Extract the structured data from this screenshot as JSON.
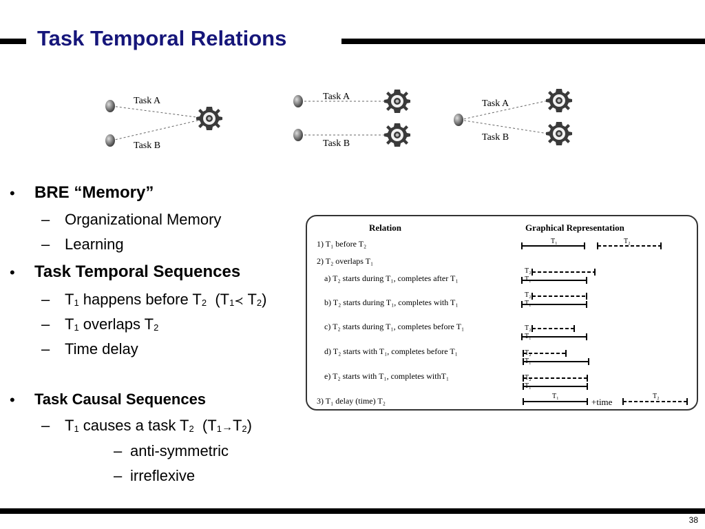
{
  "title": "Task Temporal Relations",
  "slide_number": "38",
  "diagram": {
    "task_a": "Task A",
    "task_b": "Task B"
  },
  "bullets": {
    "b1": "BRE “Memory”",
    "b1_1": "Organizational Memory",
    "b1_2": "Learning",
    "b2": "Task Temporal Sequences",
    "b2_1": {
      "t": "T",
      "s1": "1",
      "mid": " happens before T",
      "s2": "2",
      "p_open": "  (T",
      "p_s1": "1",
      "rel": "≺",
      "p_t2": " T",
      "p_s2": "2",
      "p_close": ")"
    },
    "b2_2": {
      "t": "T",
      "s1": "1",
      "mid": " overlaps T",
      "s2": "2"
    },
    "b2_3": "Time delay",
    "b3": "Task Causal Sequences",
    "b3_1": {
      "t": "T",
      "s1": "1",
      "mid": " causes a task T",
      "s2": "2",
      "p_open": "  (T",
      "p_s1": "1",
      "rel": "→",
      "p_t2": "T",
      "p_s2": "2",
      "p_close": ")"
    },
    "b3_1_1": "anti-symmetric",
    "b3_1_2": "irreflexive"
  },
  "relations_table": {
    "header_relation": "Relation",
    "header_graphical": "Graphical Representation",
    "rows": [
      "1)  T₁ before T₂",
      "2)  T₂ overlaps T₁",
      "a) T₂ starts during T₁, completes after T₁",
      "b) T₂ starts during T₁, completes with T₁",
      "c) T₂ starts during T₁, completes before T₁",
      "d) T₂ starts with T₁, completes before T₁",
      "e) T₂ starts with T₁, completes withT₁",
      "3)  T₁ delay (time) T₂"
    ],
    "t1": "T₁",
    "t2": "T₂",
    "plus_time": "+time"
  }
}
